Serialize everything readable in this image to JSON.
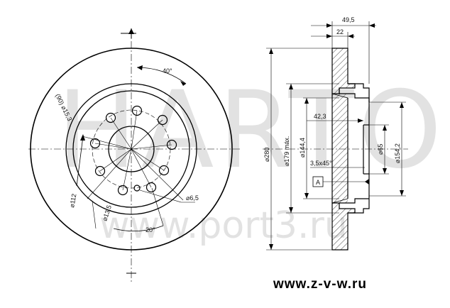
{
  "watermark": {
    "logo_text": "HARTO",
    "site_text": "www.port3.ru"
  },
  "front_view": {
    "angle_top": "40°",
    "angle_bottom": "20°",
    "pcd_label": "(90) ⌀15,3",
    "center_bore": "⌀112",
    "outer_bolt": "⌀13,5",
    "small_hole": "⌀6,5"
  },
  "section_view": {
    "width_total": "49,5",
    "width_disc": "22",
    "dia_outer": "⌀280",
    "dia_friction": "⌀179 máx.",
    "dia_hat": "⌀144,4",
    "offset": "42,3",
    "chamfer": "3,5x45°",
    "dia_bore": "⌀65",
    "dia_flange": "⌀154,2",
    "datum": "A"
  },
  "footer": {
    "url": "www.z-v-w.ru"
  }
}
